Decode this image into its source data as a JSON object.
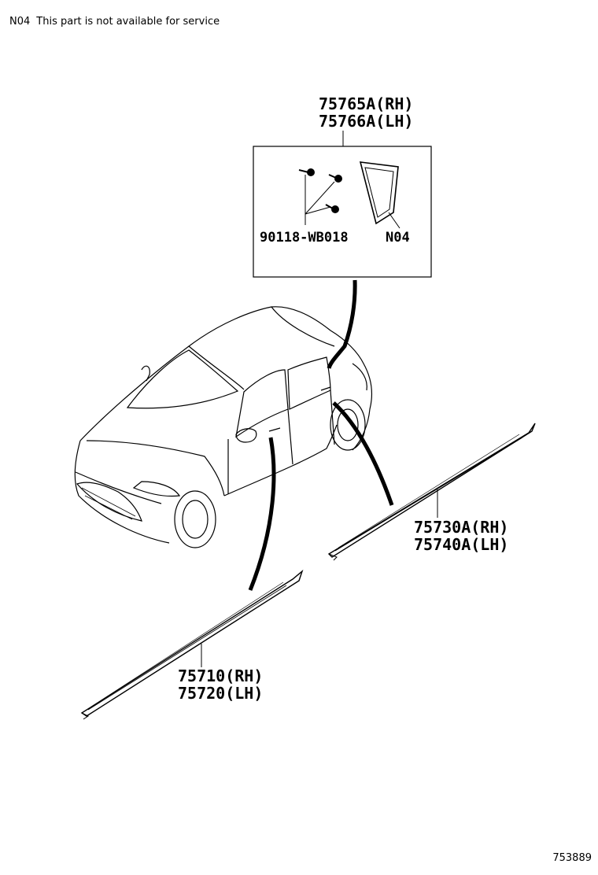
{
  "note": {
    "code": "N04",
    "text": "This part is not available for service"
  },
  "callouts": {
    "quarter_window_rh": "75765A(RH)",
    "quarter_window_lh": "75766A(LH)",
    "clip": "90118-WB018",
    "n04": "N04",
    "rear_molding_rh": "75730A(RH)",
    "rear_molding_lh": "75740A(LH)",
    "front_molding_rh": "75710(RH)",
    "front_molding_lh": "75720(LH)"
  },
  "diagram_id": "753889"
}
